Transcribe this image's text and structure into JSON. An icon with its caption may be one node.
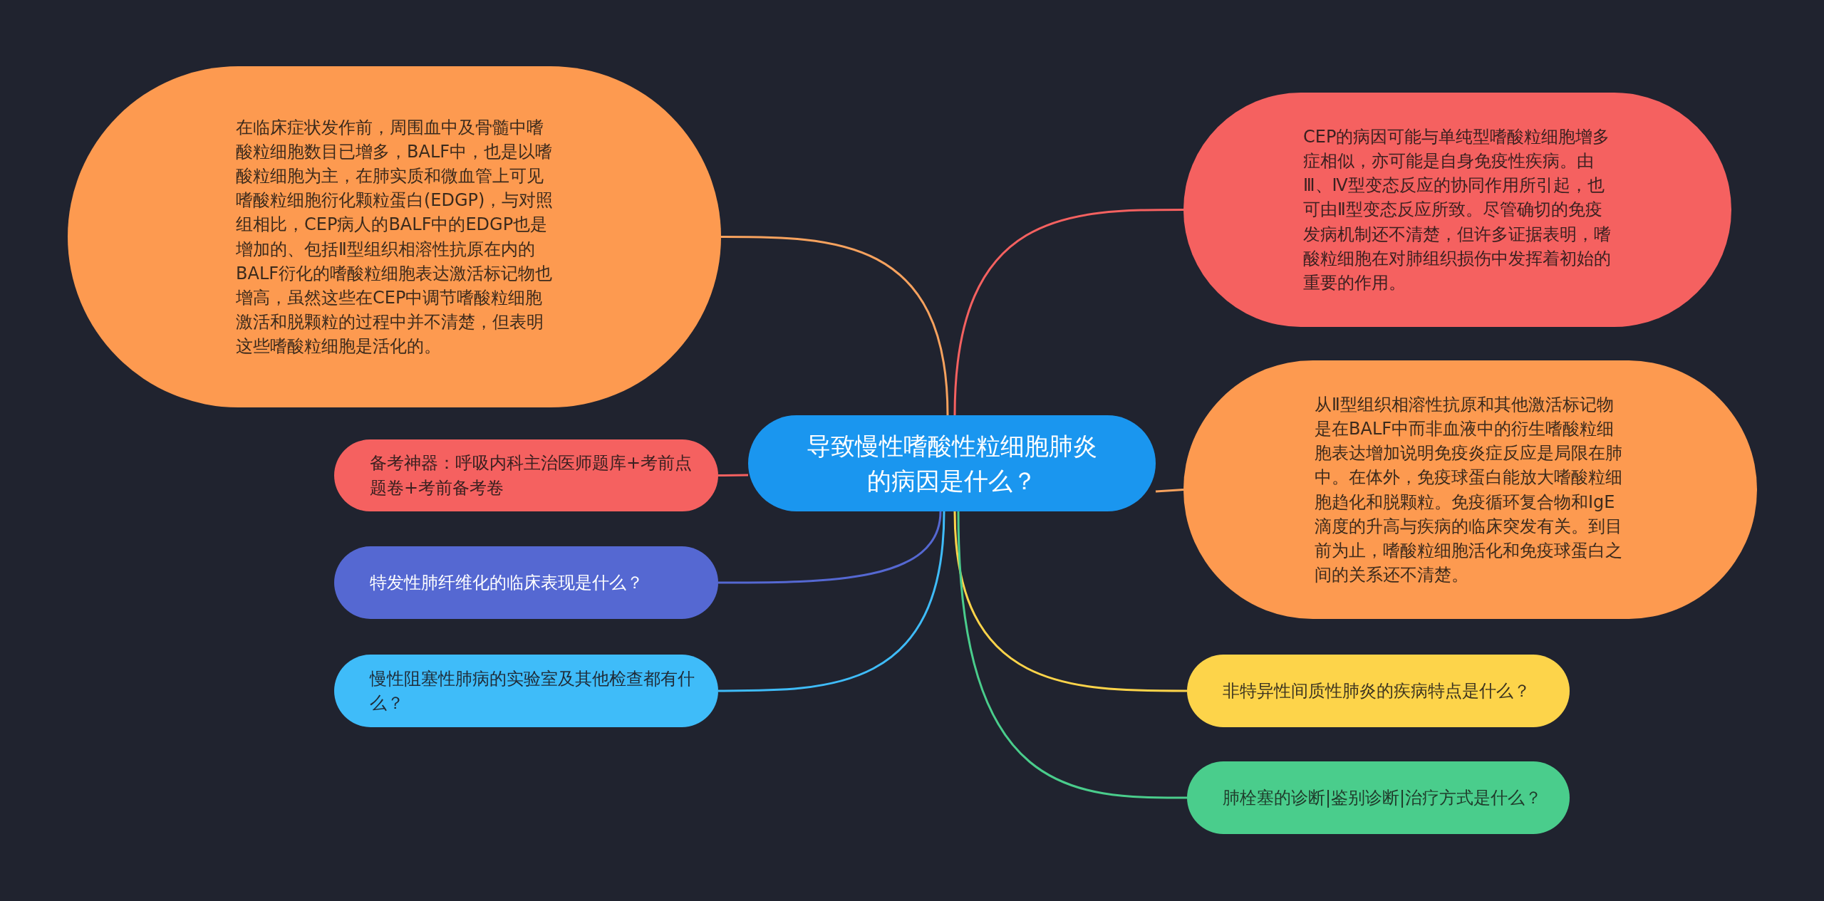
{
  "diagram": {
    "nodes": [
      {
        "text": [
          "导致慢性嗜酸性粒细胞肺炎的病因是什么？"
        ]
      },
      {
        "text": [
          "在临床症状发作前，周围血中及骨髓中嗜酸粒细胞数目已增多，BALF中，也是以嗜酸粒细胞为主，在肺实质和微血管上可见嗜酸粒细胞衍化颗粒蛋白(EDGP)，与对照组相比，CEP病人的BALF中的EDGP也是增加的、包括Ⅱ型组织相溶性抗原在内的BALF衍化的嗜酸粒细胞表达激活标记物也增高，虽然这些在CEP中调节嗜酸粒细胞激活和脱颗粒的过程中并不清楚，但表明这些嗜酸粒细胞是活化的。"
        ]
      },
      {
        "text": [
          "备考神器：呼吸内科主治医师题库+考前点题卷+考前备考卷"
        ]
      },
      {
        "text": [
          "特发性肺纤维化的临床表现是什么？"
        ]
      },
      {
        "text": [
          "慢性阻塞性肺病的实验室及其他检查都有什么？"
        ]
      },
      {
        "text": [
          "CEP的病因可能与单纯型嗜酸粒细胞增多症相似，亦可能是自身免疫性疾病。由Ⅲ、Ⅳ型变态反应的协同作用所引起，也可由Ⅱ型变态反应所致。尽管确切的免疫发病机制还不清楚，但许多证据表明，嗜酸粒细胞在对肺组织损伤中发挥着初始的重要的作用。"
        ]
      },
      {
        "text": [
          "从Ⅱ型组织相溶性抗原和其他激活标记物是在BALF中而非血液中的衍生嗜酸粒细胞表达增加说明免疫炎症反应是局限在肺中。在体外，免疫球蛋白能放大嗜酸粒细胞趋化和脱颗粒。免疫循环复合物和IgE滴度的升高与疾病的临床突发有关。到目前为止，嗜酸粒细胞活化和免疫球蛋白之间的关系还不清楚。"
        ]
      },
      {
        "text": [
          "非特异性间质性肺炎的疾病特点是什么？"
        ]
      },
      {
        "text": [
          "肺栓塞的诊断|鉴别诊断|治疗方式是什么？"
        ]
      }
    ],
    "edges": [
      {
        "from": 0,
        "to": 1,
        "arrow": "none",
        "color": "#f7a25e"
      },
      {
        "from": 0,
        "to": 2,
        "arrow": "none",
        "color": "#f56160"
      },
      {
        "from": 0,
        "to": 3,
        "arrow": "none",
        "color": "#5568d2"
      },
      {
        "from": 0,
        "to": 4,
        "arrow": "none",
        "color": "#3fbcf9"
      },
      {
        "from": 0,
        "to": 5,
        "arrow": "none",
        "color": "#f56160"
      },
      {
        "from": 0,
        "to": 6,
        "arrow": "none",
        "color": "#f7a25e"
      },
      {
        "from": 0,
        "to": 7,
        "arrow": "none",
        "color": "#fdd44a"
      },
      {
        "from": 0,
        "to": 8,
        "arrow": "none",
        "color": "#4acd8c"
      }
    ]
  }
}
